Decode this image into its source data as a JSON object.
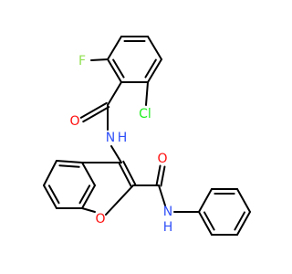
{
  "structure": {
    "colors": {
      "bond": "#000000",
      "O": "#ff0d0d",
      "N": "#3050f8",
      "F": "#90e050",
      "Cl": "#1ff01f"
    },
    "atoms": {
      "fluorine": "F",
      "chlorine": "Cl",
      "amide_oxygen_1": "O",
      "amide_nitrogen_1": "N",
      "amide_hydrogen_1": "H",
      "furan_oxygen": "O",
      "amide_oxygen_2": "O",
      "amide_nitrogen_2": "N",
      "amide_hydrogen_2": "H"
    }
  }
}
